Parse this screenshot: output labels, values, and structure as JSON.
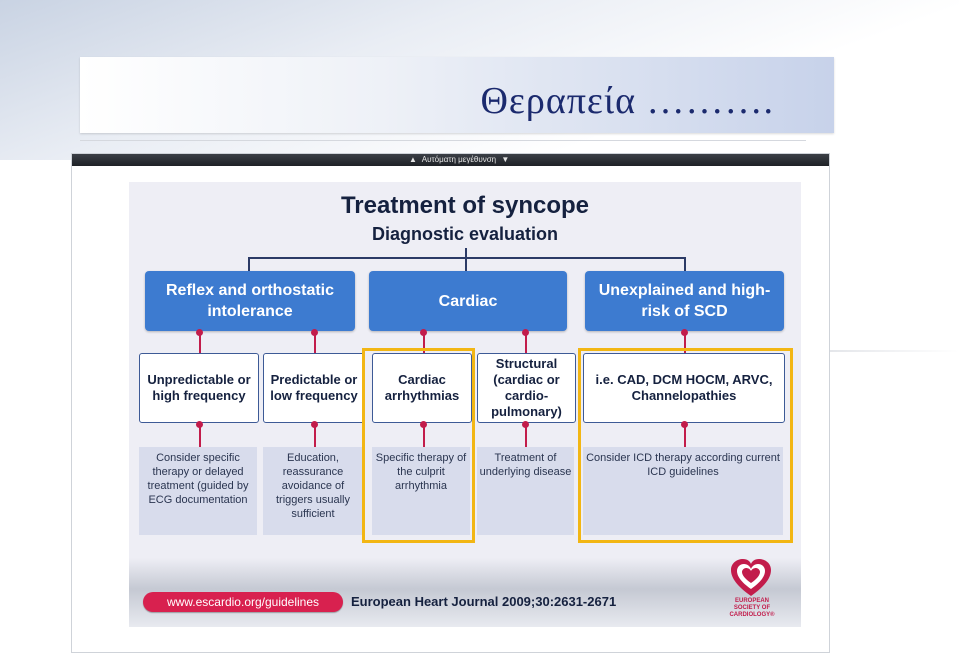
{
  "slide_title": "Θεραπεία ……….",
  "toolbar": {
    "zoom_label": "Αυτόματη μεγέθυνση",
    "arrow_left": "▲",
    "arrow_right": "▼"
  },
  "figure": {
    "title": "Treatment of syncope",
    "subtitle": "Diagnostic evaluation",
    "categories": [
      {
        "label": "Reflex and orthostatic intolerance"
      },
      {
        "label": "Cardiac"
      },
      {
        "label": "Unexplained and high-risk of SCD"
      }
    ],
    "subcategories": [
      {
        "label": "Unpredictable or high frequency",
        "treatment": "Consider specific therapy or delayed treatment (guided by ECG documentation"
      },
      {
        "label": "Predictable or low frequency",
        "treatment": "Education, reassurance avoidance of triggers usually sufficient"
      },
      {
        "label": "Cardiac arrhythmias",
        "treatment": "Specific therapy of the culprit arrhythmia"
      },
      {
        "label": "Structural (cardiac or cardio-pulmonary)",
        "treatment": "Treatment of underlying disease"
      },
      {
        "label": "i.e. CAD, DCM HOCM, ARVC, Channelopathies",
        "treatment": "Consider ICD therapy according current ICD guidelines"
      }
    ],
    "footer_url": "www.escardio.org/guidelines",
    "footer_journal": "European Heart Journal 2009;30:2631-2671",
    "esc_logo_text": "EUROPEAN SOCIETY OF CARDIOLOGY®"
  },
  "colors": {
    "title_text": "#1b2a6e",
    "category_fill": "#3d7bd0",
    "connector": "#c21c4b",
    "highlight": "#f2b614",
    "treatment_fill": "#d8dcec"
  }
}
